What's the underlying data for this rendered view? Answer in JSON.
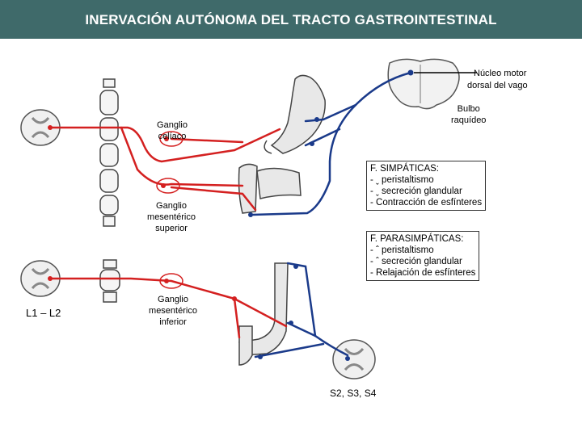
{
  "title": "INERVACIÓN  AUTÓNOMA DEL TRACTO GASTROINTESTINAL",
  "labels": {
    "nucleo_line1": "Núcleo motor",
    "nucleo_line2": "dorsal del vago",
    "bulbo_line1": "Bulbo",
    "bulbo_line2": "raquídeo",
    "celiaco_line1": "Ganglio",
    "celiaco_line2": "celíaco",
    "mes_sup_line1": "Ganglio",
    "mes_sup_line2": "mesentérico",
    "mes_sup_line3": "superior",
    "mes_inf_line1": "Ganglio",
    "mes_inf_line2": "mesentérico",
    "mes_inf_line3": "inferior",
    "lumbar": "L1 – L2",
    "sacral": "S2, S3, S4"
  },
  "simpaticas": {
    "heading": "F. SIMPÁTICAS:",
    "items": [
      "- ˬ peristaltismo",
      "- ˬ secreción glandular",
      "- Contracción de esfínteres"
    ]
  },
  "parasimpaticas": {
    "heading": "F. PARASIMPÁTICAS:",
    "items": [
      "- ˆ peristaltismo",
      "- ˆ secreción glandular",
      "- Relajación de esfínteres"
    ]
  },
  "colors": {
    "title_bg": "#3f6a6a",
    "sympathetic": "#d42020",
    "parasympathetic": "#1a3a8a",
    "anatomy": "#555555"
  }
}
